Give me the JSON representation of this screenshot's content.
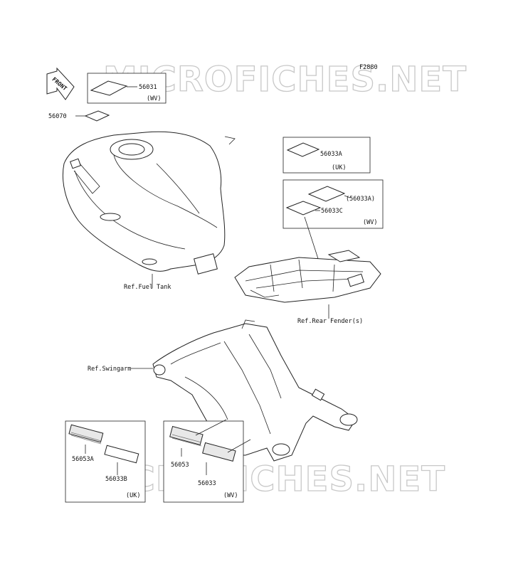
{
  "figure_code": "F2880",
  "watermark": "MICROFICHES.NET",
  "front_label": "FRONT",
  "refs": {
    "fuel_tank": "Ref.Fuel Tank",
    "rear_fender": "Ref.Rear Fender(s)",
    "swingarm": "Ref.Swingarm"
  },
  "parts": {
    "p56031": "56031",
    "p56070": "56070",
    "p56033A_uk": "56033A",
    "p56033A_wv": "(56033A)",
    "p56033C": "56033C",
    "p56053A": "56053A",
    "p56033B": "56033B",
    "p56053": "56053",
    "p56033": "56033"
  },
  "region_tags": {
    "wv": "(WV)",
    "uk": "(UK)"
  }
}
